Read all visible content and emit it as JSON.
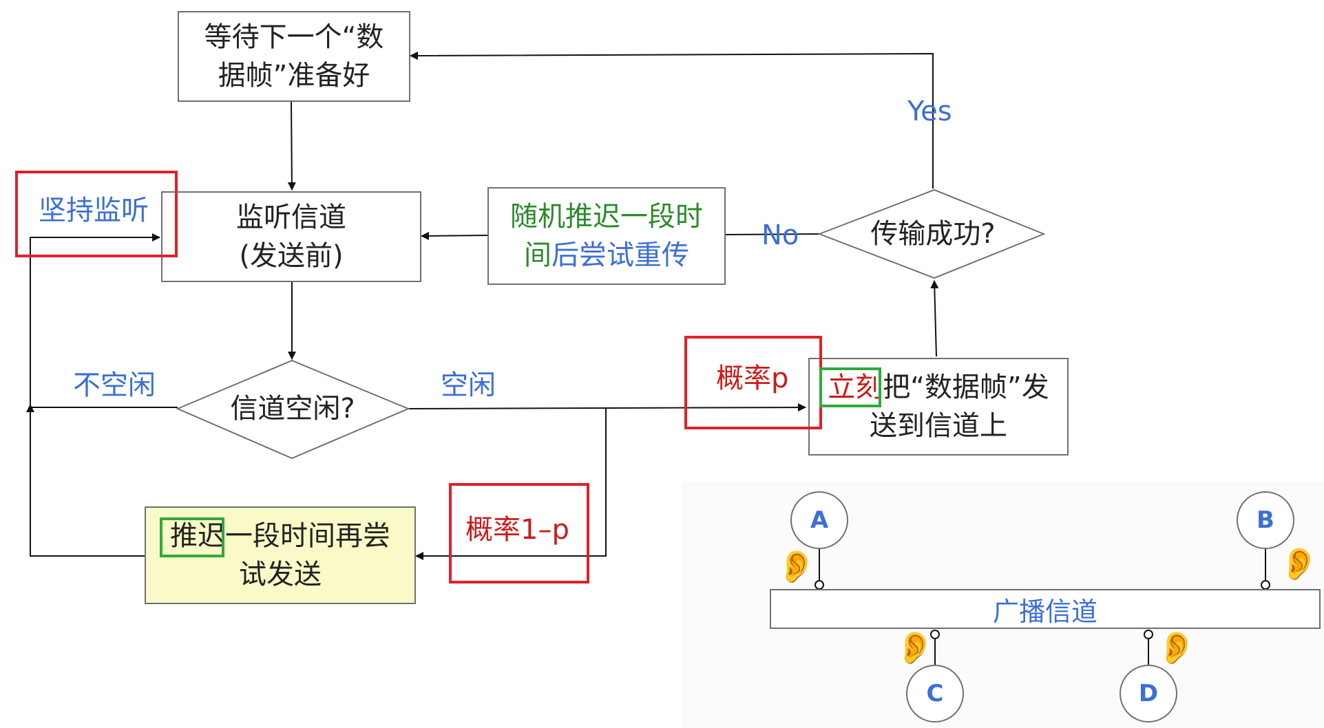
{
  "boxes": {
    "wait_ready": [
      "等待下一个“数",
      "据帧”准备好"
    ],
    "listen_channel": [
      "监听信道",
      "(发送前)"
    ],
    "random_backoff": [
      "随机推迟一段时",
      "间后尝试重传"
    ],
    "send_now_rest": [
      "把“数据帧”发",
      "送到信道上"
    ],
    "send_now_prefix": "立刻",
    "delay_prefix": "推迟",
    "delay_rest_line1": "一段时间再尝",
    "delay_line2": "试发送"
  },
  "diamonds": {
    "channel_idle": "信道空闲?",
    "tx_success": "传输成功?"
  },
  "labels": {
    "keep_listening": "坚持监听",
    "not_idle": "不空闲",
    "idle": "空闲",
    "yes": "Yes",
    "no": "No",
    "prob_p": "概率p",
    "prob_1_minus_p": "概率1–p"
  },
  "bus_diagram": {
    "bus_label": "广播信道",
    "nodes": [
      "A",
      "B",
      "C",
      "D"
    ]
  },
  "colors": {
    "blue_text": "#3c6fd6",
    "green_text": "#2b8a2b",
    "red_text": "#cc1a1a",
    "highlight_red": "#e0202a",
    "highlight_green": "#2eaa3a",
    "delay_box_fill": "#fafac8"
  }
}
